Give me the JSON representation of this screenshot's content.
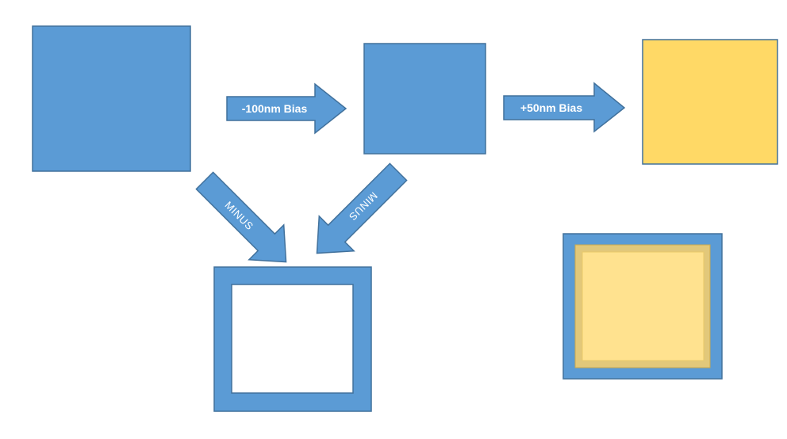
{
  "colors": {
    "blue": "#5B9BD5",
    "blue_border": "#41719C",
    "yellow": "#FFD966",
    "yellow_border": "#BF9000",
    "yellow_dark": "#E2C06E",
    "yellow_light": "#FFE28F",
    "white": "#FFFFFF"
  },
  "arrows": {
    "bias_minus": "-100nm Bias",
    "bias_plus": "+50nm Bias",
    "minus_left": "MINUS",
    "minus_right": "MINUS"
  }
}
